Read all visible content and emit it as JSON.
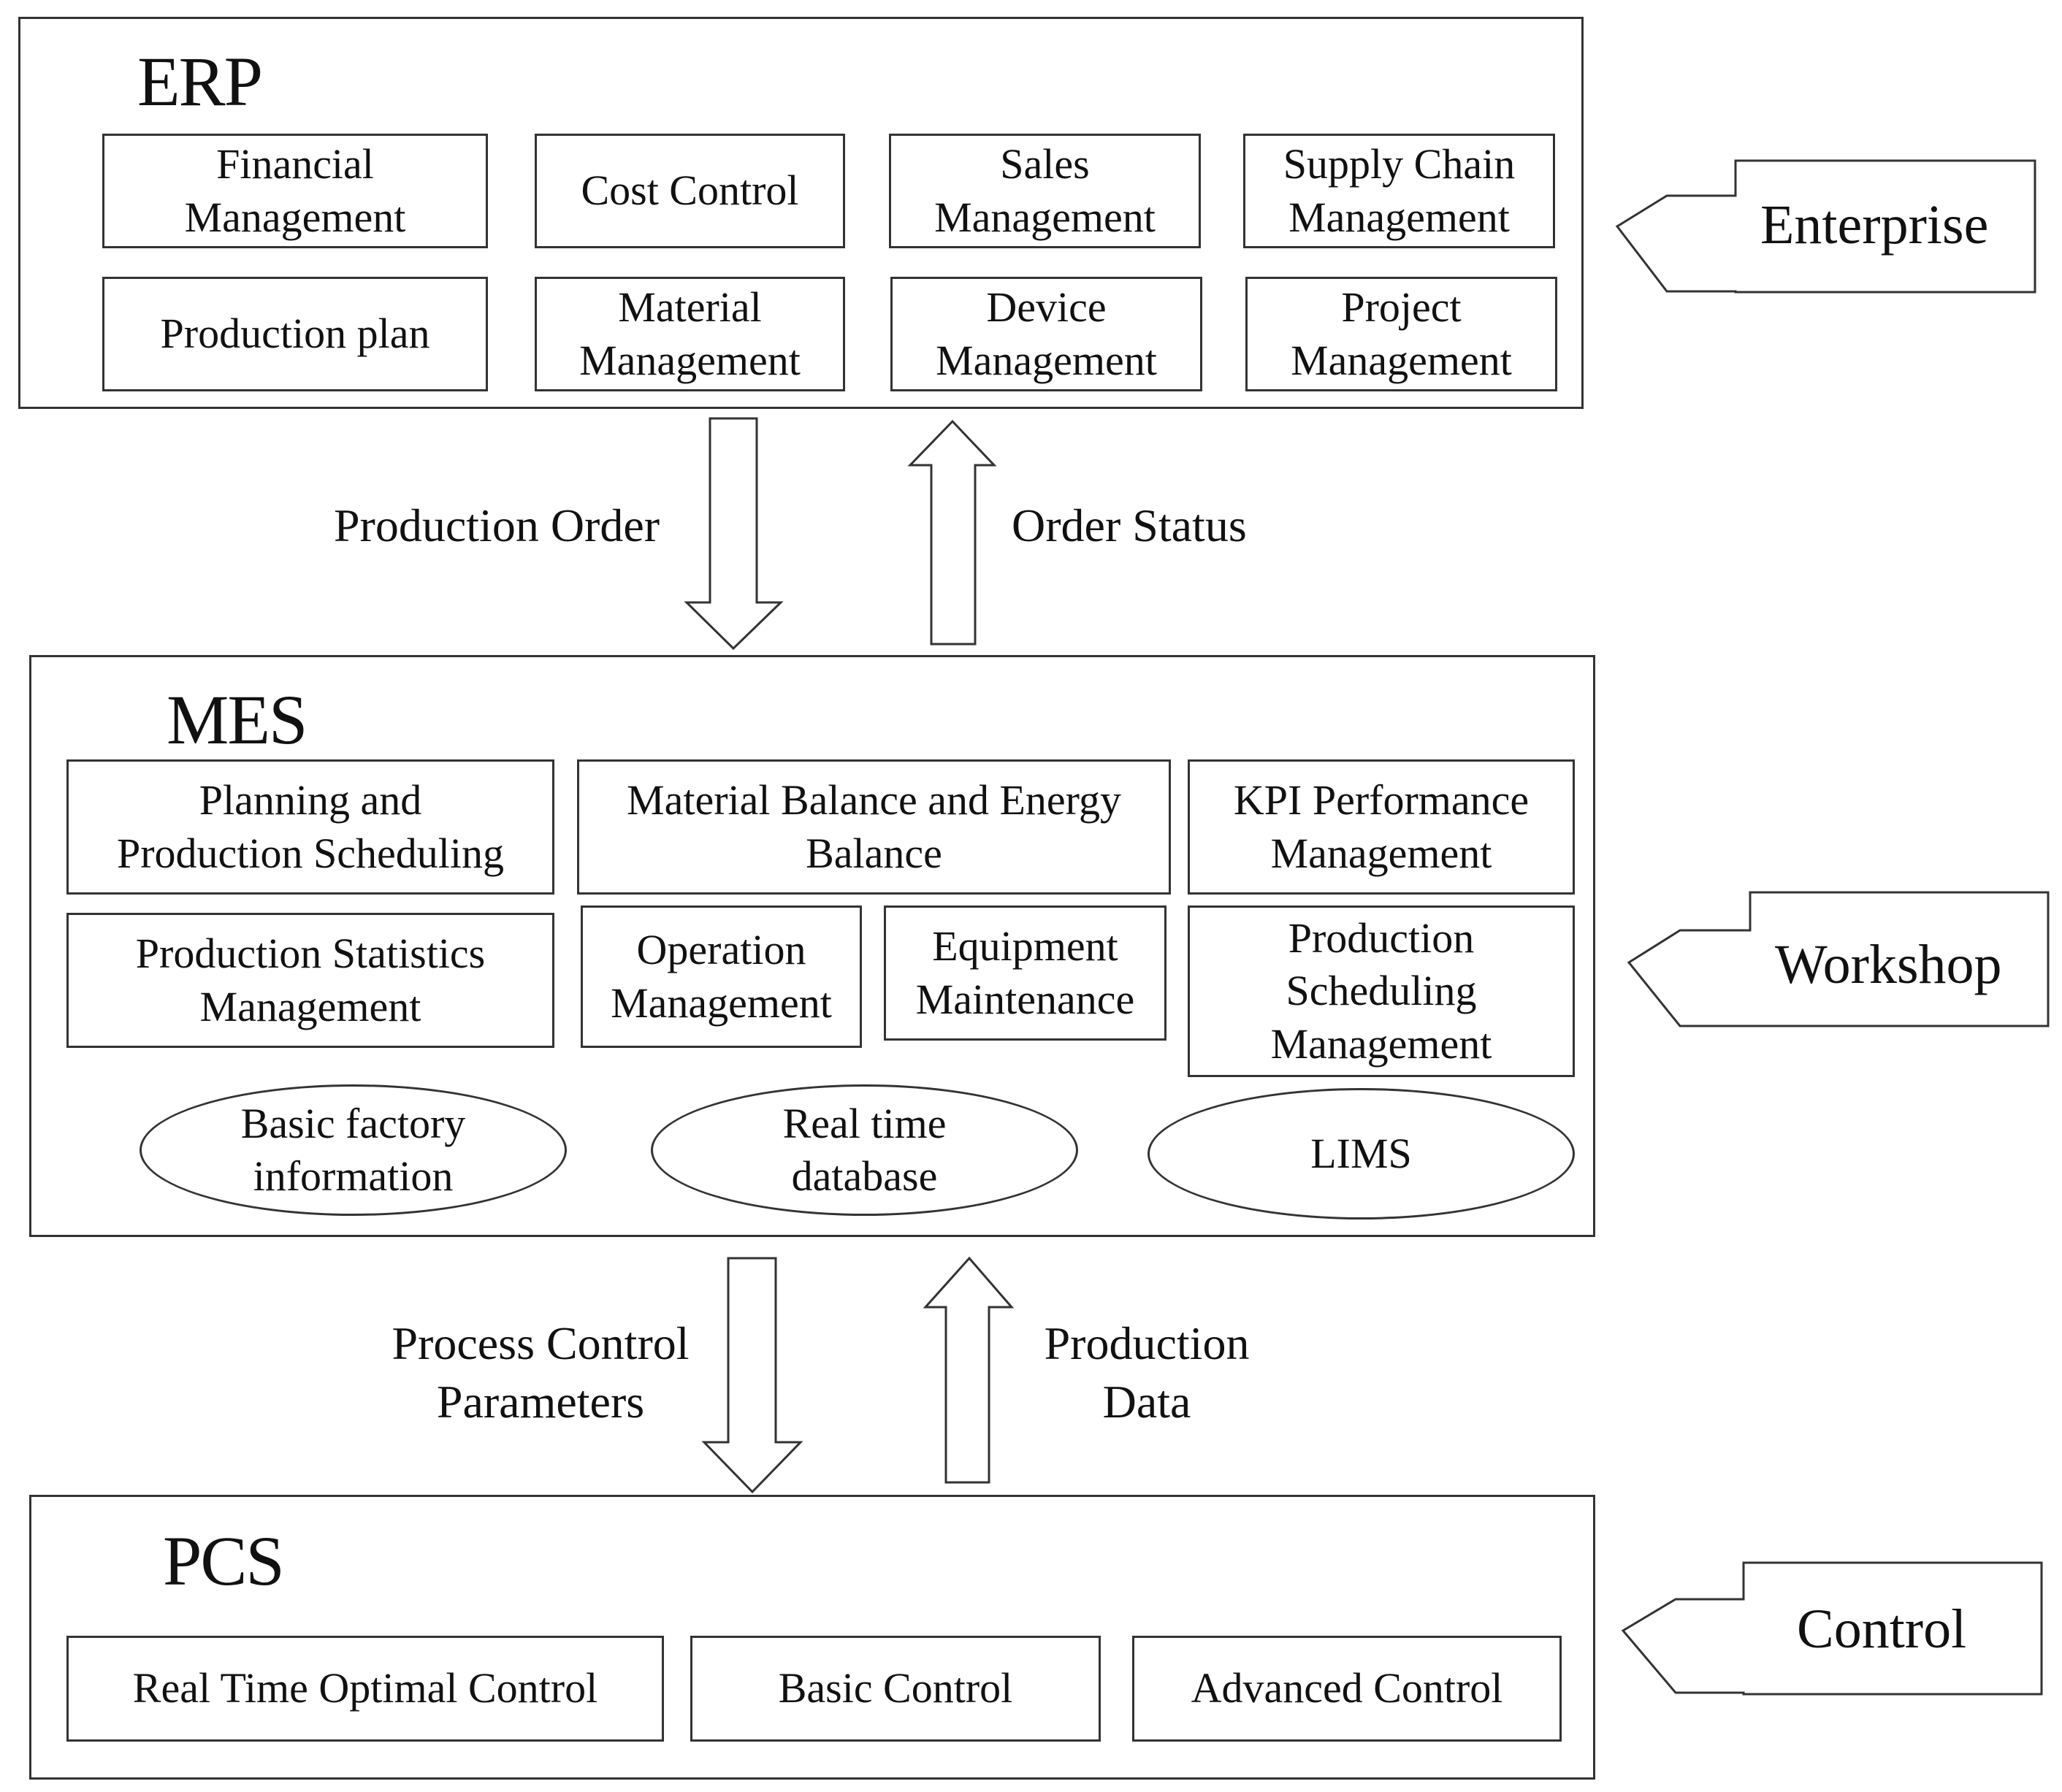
{
  "erp": {
    "title": "ERP",
    "modules": [
      "Financial\nManagement",
      "Cost Control",
      "Sales\nManagement",
      "Supply Chain\nManagement",
      "Production plan",
      "Material\nManagement",
      "Device\nManagement",
      "Project\nManagement"
    ]
  },
  "mes": {
    "title": "MES",
    "modules": [
      "Planning and\nProduction Scheduling",
      "Material Balance and Energy\nBalance",
      "KPI Performance\nManagement",
      "Production Statistics\nManagement",
      "Operation\nManagement",
      "Equipment\nMaintenance",
      "Production\nScheduling\nManagement"
    ],
    "databases": [
      "Basic factory\ninformation",
      "Real time\ndatabase",
      "LIMS"
    ]
  },
  "pcs": {
    "title": "PCS",
    "modules": [
      "Real Time Optimal Control",
      "Basic Control",
      "Advanced Control"
    ]
  },
  "flows": {
    "erp_to_mes": "Production Order",
    "mes_to_erp": "Order Status",
    "mes_to_pcs": "Process Control\nParameters",
    "pcs_to_mes": "Production\nData"
  },
  "levels": {
    "enterprise": "Enterprise",
    "workshop": "Workshop",
    "control": "Control"
  }
}
